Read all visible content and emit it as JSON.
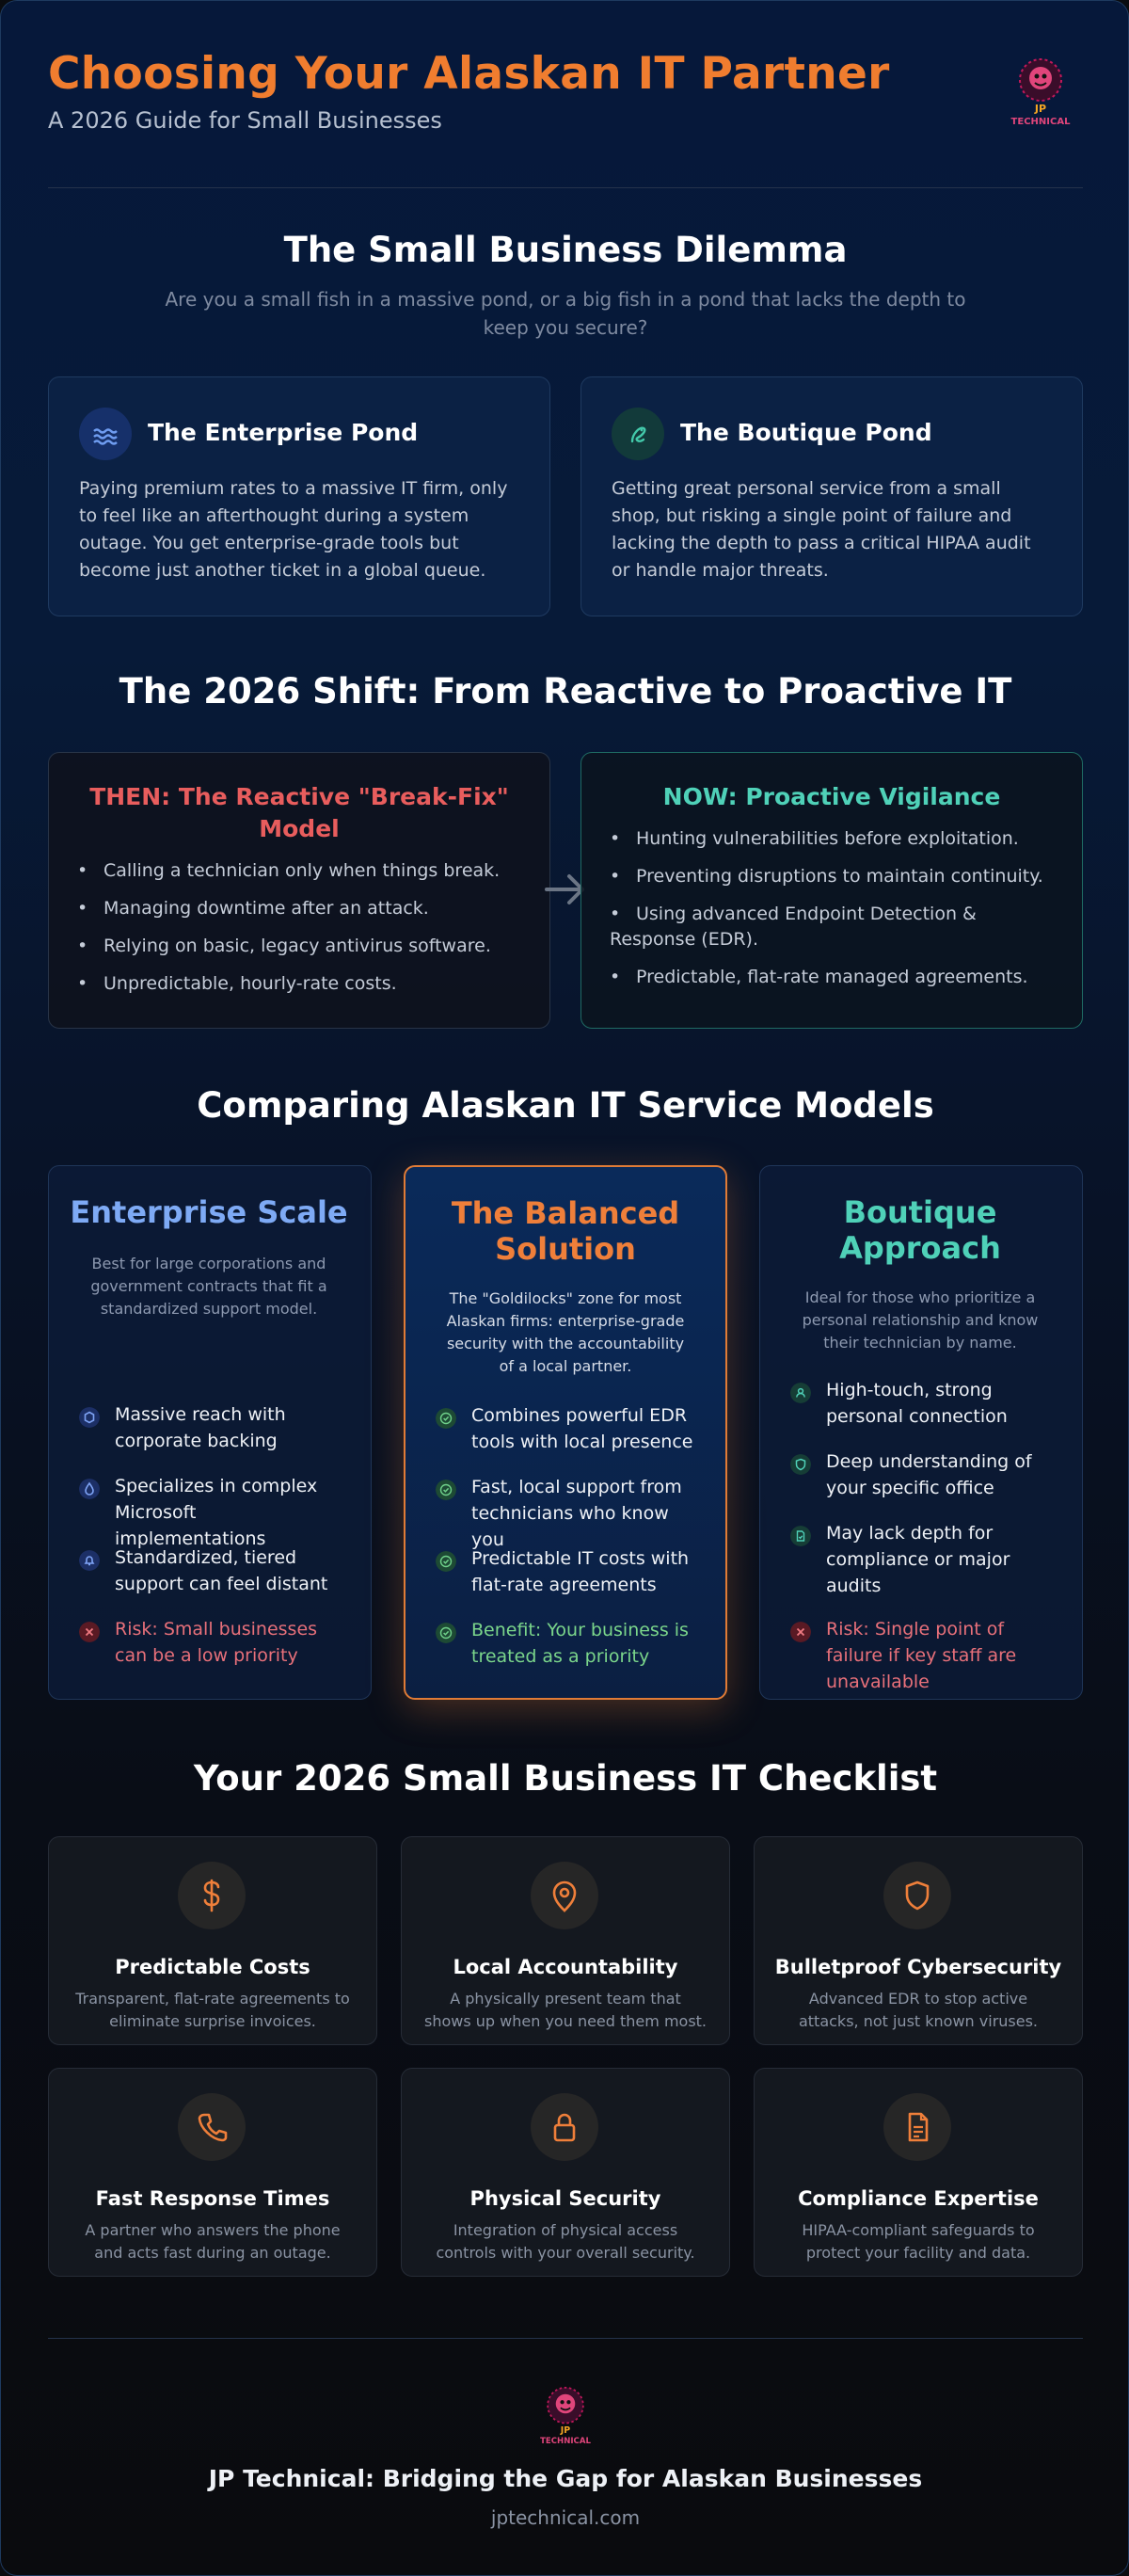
{
  "header": {
    "title": "Choosing Your Alaskan IT Partner",
    "subtitle": "A 2026 Guide for Small Businesses",
    "logo_text_1": "JP",
    "logo_text_2": "TECHNICAL"
  },
  "dilemma": {
    "title": "The Small Business Dilemma",
    "subtitle": "Are you a small fish in a massive pond, or a big fish in a pond that lacks the depth to keep you secure?",
    "enterprise": {
      "title": "The Enterprise Pond",
      "text": "Paying premium rates to a massive IT firm, only to feel like an afterthought during a system outage. You get enterprise-grade tools but become just another ticket in a global queue.",
      "icon": "waves-icon"
    },
    "boutique": {
      "title": "The Boutique Pond",
      "text": "Getting great personal service from a small shop, but risking a single point of failure and lacking the depth to pass a critical HIPAA audit or handle major threats.",
      "icon": "fish-icon"
    }
  },
  "shift": {
    "title": "The 2026 Shift: From Reactive to Proactive IT",
    "then_title": "THEN: The Reactive \"Break-Fix\" Model",
    "then_items": [
      "Calling a technician only when things break.",
      "Managing downtime after an attack.",
      "Relying on basic, legacy antivirus software.",
      "Unpredictable, hourly-rate costs."
    ],
    "now_title": "NOW: Proactive Vigilance",
    "now_items": [
      "Hunting vulnerabilities before exploitation.",
      "Preventing disruptions to maintain continuity.",
      "Using advanced Endpoint Detection & Response (EDR).",
      "Predictable, flat-rate managed agreements."
    ]
  },
  "models": {
    "title": "Comparing Alaskan IT Service Models",
    "enterprise": {
      "title": "Enterprise Scale",
      "desc": "Best for large corporations and government contracts that fit a standardized support model.",
      "features": [
        "Massive reach with corporate backing",
        "Specializes in complex Microsoft implementations",
        "Standardized, tiered support can feel distant",
        "Risk: Small businesses can be a low priority"
      ]
    },
    "balanced": {
      "title": "The Balanced Solution",
      "desc": "The \"Goldilocks\" zone for most Alaskan firms: enterprise-grade security with the accountability of a local partner.",
      "features": [
        "Combines powerful EDR tools with local presence",
        "Fast, local support from technicians who know you",
        "Predictable IT costs with flat-rate agreements",
        "Benefit: Your business is treated as a priority"
      ]
    },
    "boutique": {
      "title": "Boutique Approach",
      "desc": "Ideal for those who prioritize a personal relationship and know their technician by name.",
      "features": [
        "High-touch, strong personal connection",
        "Deep understanding of your specific office",
        "May lack depth for compliance or major audits",
        "Risk: Single point of failure if key staff are unavailable"
      ]
    }
  },
  "checklist": {
    "title": "Your 2026 Small Business IT Checklist",
    "items": [
      {
        "title": "Predictable Costs",
        "text": "Transparent, flat-rate agreements to eliminate surprise invoices.",
        "icon": "dollar-icon"
      },
      {
        "title": "Local Accountability",
        "text": "A physically present team that shows up when you need them most.",
        "icon": "map-pin-icon"
      },
      {
        "title": "Bulletproof Cybersecurity",
        "text": "Advanced EDR to stop active attacks, not just known viruses.",
        "icon": "shield-icon"
      },
      {
        "title": "Fast Response Times",
        "text": "A partner who answers the phone and acts fast during an outage.",
        "icon": "phone-icon"
      },
      {
        "title": "Physical Security",
        "text": "Integration of physical access controls with your overall security.",
        "icon": "lock-icon"
      },
      {
        "title": "Compliance Expertise",
        "text": "HIPAA-compliant safeguards to protect your facility and data.",
        "icon": "document-icon"
      }
    ]
  },
  "footer": {
    "title": "JP Technical: Bridging the Gap for Alaskan Businesses",
    "url": "jptechnical.com"
  },
  "colors": {
    "accent_orange": "#f07d2f",
    "enterprise_blue": "#7eaaf5",
    "balanced_orange": "#ef7f3a",
    "boutique_teal": "#4fd1b8",
    "risk_red": "#e8707a",
    "benefit_green": "#7bd68b"
  }
}
